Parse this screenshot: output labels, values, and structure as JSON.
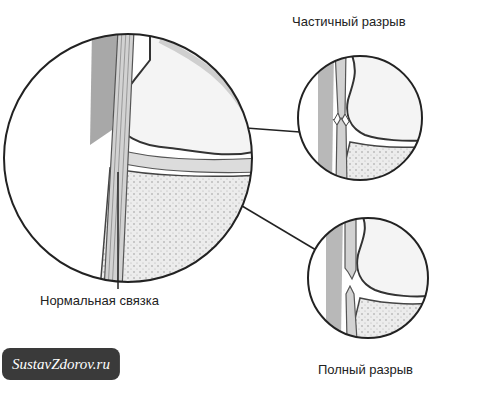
{
  "diagram": {
    "labels": [
      "Частичный разрыв",
      "Нормальная связка",
      "Полный разрыв",
      "SustavZdorov.ru"
    ]
  }
}
